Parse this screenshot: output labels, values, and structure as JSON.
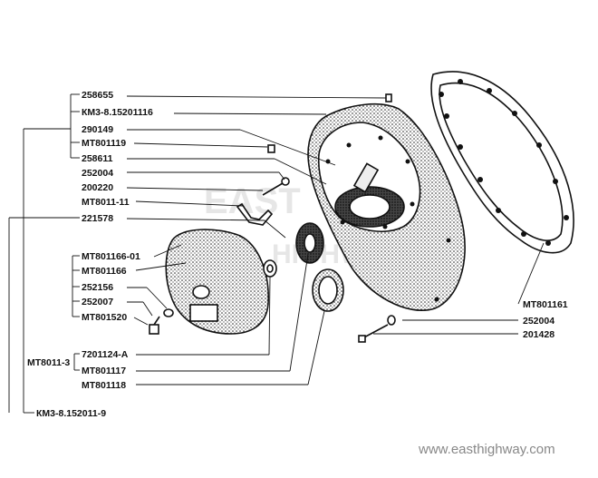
{
  "labels": {
    "p258655": "258655",
    "km3_8_15201116": "КМ3-8.15201116",
    "p290149": "290149",
    "mt801119": "MT801119",
    "p258611": "258611",
    "p252004_top": "252004",
    "p200220": "200220",
    "mt8011_11": "MT8011-11",
    "p221578": "221578",
    "mt801166_01": "MT801166-01",
    "mt801166": "MT801166",
    "p252156": "252156",
    "p252007": "252007",
    "mt801520": "MT801520",
    "mt8011_3": "MT8011-3",
    "p7201124_a": "7201124-A",
    "mt801117": "MT801117",
    "mt801118": "MT801118",
    "km3_8_152011_9": "КМ3-8.152011-9",
    "mt801161": "MT801161",
    "p252004_right": "252004",
    "p201428": "201428"
  },
  "watermark": "www.easthighway.com"
}
